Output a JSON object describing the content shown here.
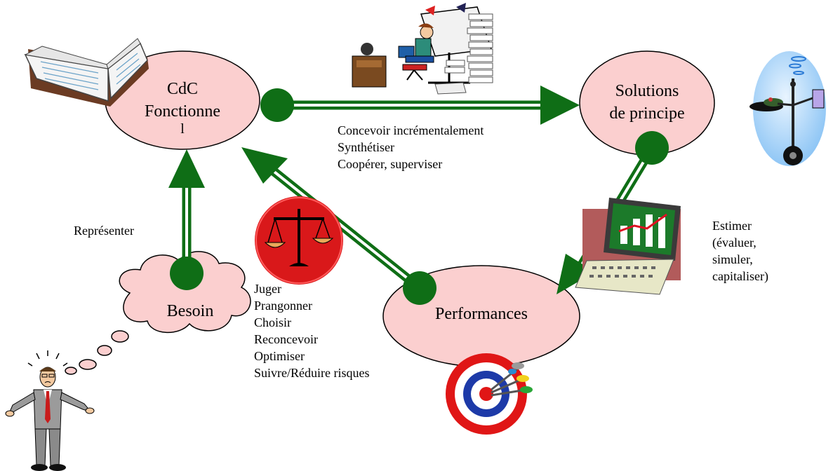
{
  "colors": {
    "ellipse_fill": "#fbcfcf",
    "ellipse_stroke": "#000000",
    "arrow": "#0f6e16",
    "arrow_stripe": "#ffffff"
  },
  "nodes": {
    "cdc": {
      "line1": "CdC",
      "line2": "Fonctionne",
      "line3": "l"
    },
    "solutions": {
      "line1": "Solutions",
      "line2": "de principe"
    },
    "besoin": {
      "label": "Besoin"
    },
    "performances": {
      "label": "Performances"
    }
  },
  "activities": {
    "concevoir": [
      "Concevoir incrémentalement",
      "Synthétiser",
      "Coopérer, superviser"
    ],
    "representer": [
      "Représenter"
    ],
    "estimer": [
      "Estimer",
      "(évaluer,",
      "simuler,",
      "capitaliser)"
    ],
    "juger": [
      "Juger",
      "Prangonner",
      "Choisir",
      "Reconcevoir",
      "Optimiser",
      "Suivre/Réduire risques"
    ]
  },
  "icons": {
    "book": "open-book-icon",
    "designer": "designer-at-drafting-table-icon",
    "waiter": "robot-waiter-icon",
    "computer": "computer-chart-icon",
    "scales": "balance-scales-icon",
    "target": "target-darts-icon",
    "person": "confused-man-icon"
  }
}
